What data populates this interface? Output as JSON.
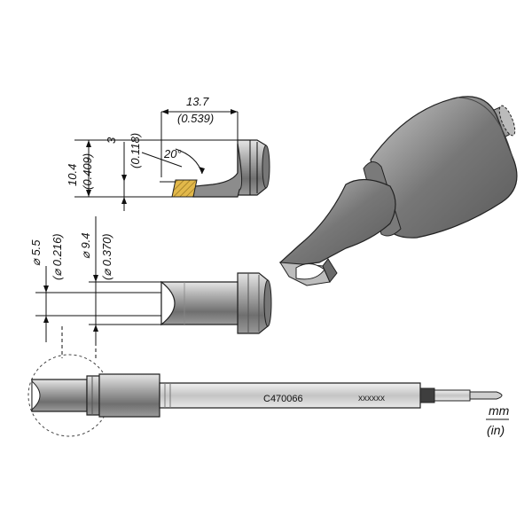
{
  "dimensions": {
    "length_mm": "13.7",
    "length_in": "(0.539)",
    "height_mm": "10.4",
    "height_in": "(0.409)",
    "tip_thickness_mm": "3",
    "tip_thickness_in": "(0.118)",
    "angle": "20°",
    "inner_diameter_mm": "⌀ 5.5",
    "inner_diameter_in": "(⌀ 0.216)",
    "outer_diameter_mm": "⌀ 9.4",
    "outer_diameter_in": "(⌀ 0.370)"
  },
  "part_code": "C470066",
  "batch_code": "xxxxxx",
  "units": {
    "primary": "mm",
    "secondary": "(in)"
  },
  "colors": {
    "metal": "#8e8e8e",
    "metal_dark": "#555555",
    "metal_light": "#cfcfcf",
    "hatch": "#e2b84a"
  }
}
